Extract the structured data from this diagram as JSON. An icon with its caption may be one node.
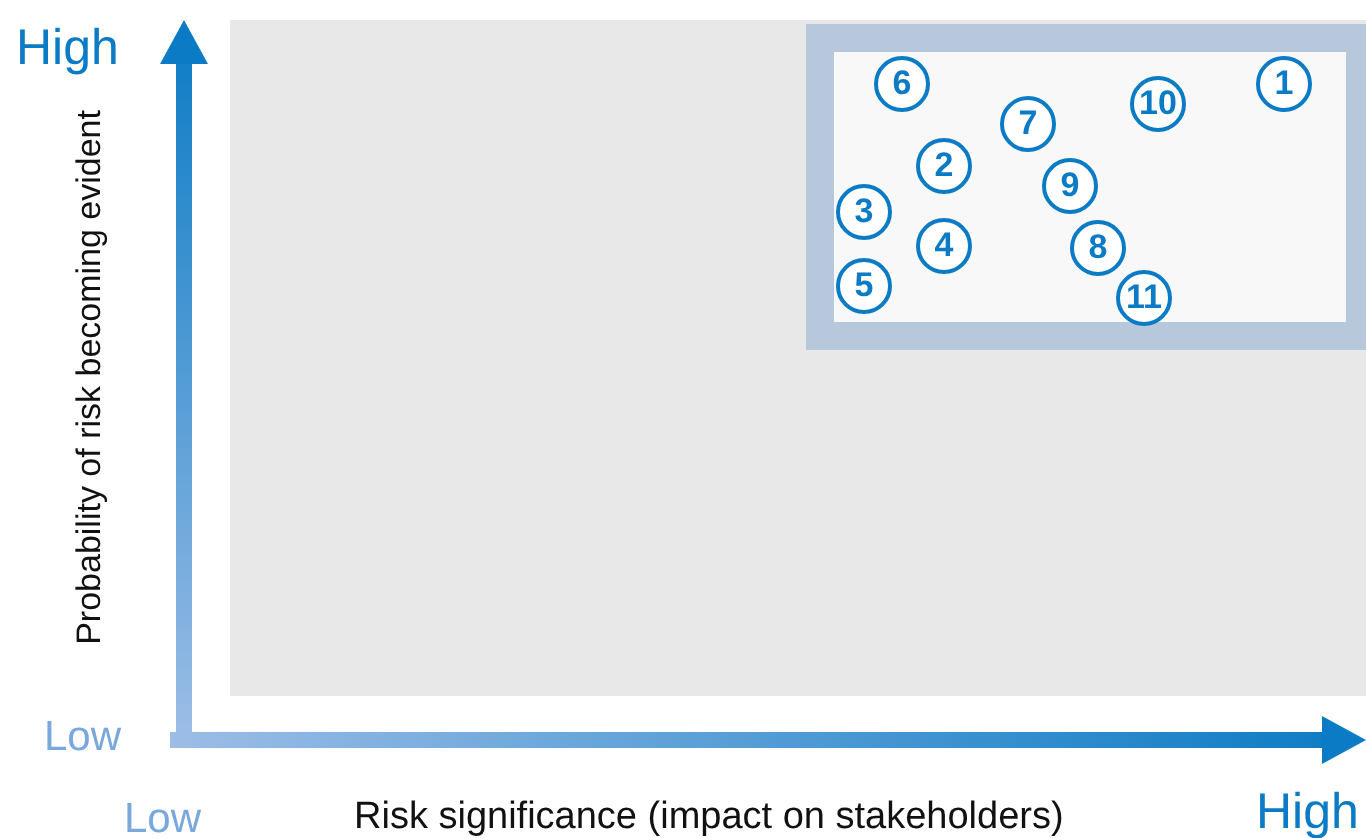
{
  "diagram": {
    "labels": [
      "High",
      "Probability of risk becoming evident",
      "Low",
      "Low",
      "Risk significance (impact on stakeholders)",
      "High",
      "6",
      "1",
      "10",
      "7",
      "2",
      "9",
      "3",
      "4",
      "8",
      "5",
      "11"
    ]
  }
}
